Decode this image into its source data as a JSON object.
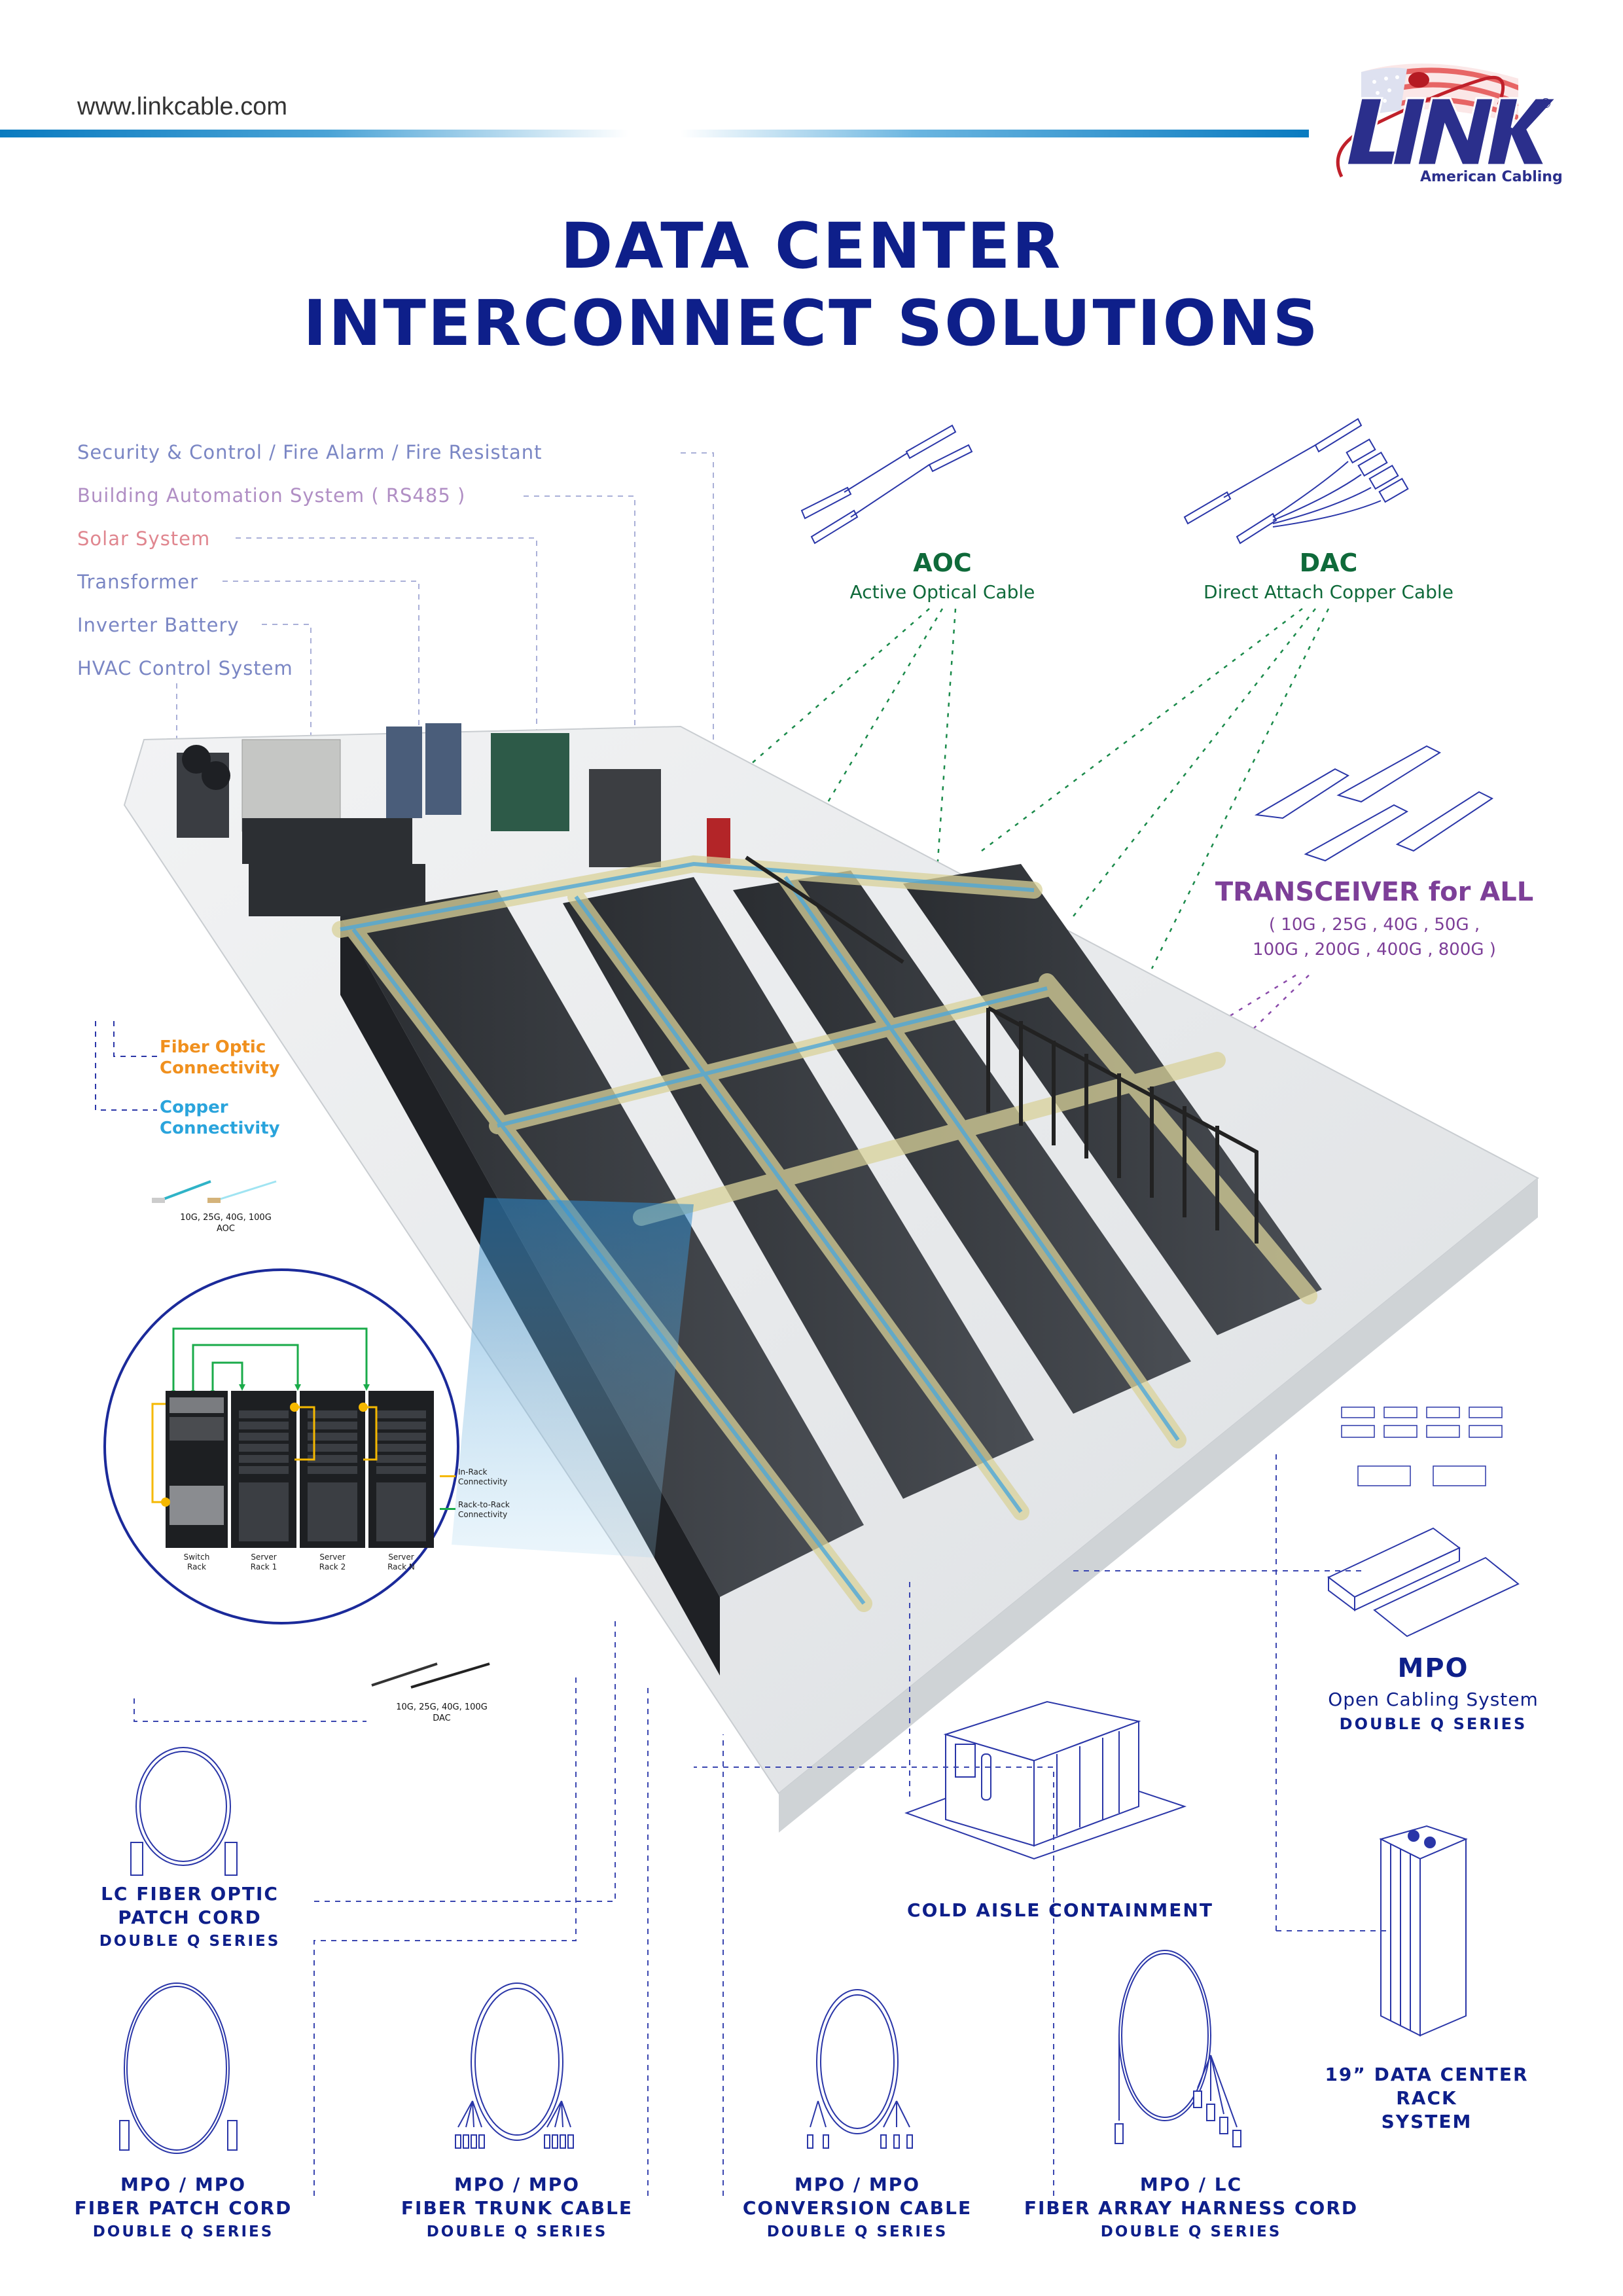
{
  "header": {
    "url": "www.linkcable.com",
    "logo": {
      "brand": "LINK",
      "tagline": "American Cabling",
      "mark": "®"
    }
  },
  "title": {
    "line1": "DATA CENTER",
    "line2": "INTERCONNECT SOLUTIONS"
  },
  "systems": [
    {
      "label": "Security & Control / Fire  Alarm / Fire Resistant",
      "color": "#7a86c4"
    },
    {
      "label": "Building  Automation  System ( RS485 )",
      "color": "#b08ec4"
    },
    {
      "label": "Solar  System",
      "color": "#e0868f"
    },
    {
      "label": "Transformer",
      "color": "#7a86c4"
    },
    {
      "label": "Inverter  Battery",
      "color": "#7a86c4"
    },
    {
      "label": "HVAC  Control  System",
      "color": "#7a86c4"
    }
  ],
  "aoc": {
    "title": "AOC",
    "subtitle": "Active  Optical Cable"
  },
  "dac": {
    "title": "DAC",
    "subtitle": "Direct  Attach Copper Cable"
  },
  "transceiver": {
    "title": "TRANSCEIVER  for  ALL",
    "speeds_line1": "( 10G , 25G , 40G , 50G ,",
    "speeds_line2": "100G , 200G , 400G , 800G )"
  },
  "connectivity": {
    "fiber": {
      "line1": "Fiber  Optic",
      "line2": "Connectivity",
      "color": "#f0901e"
    },
    "copper": {
      "line1": "Copper",
      "line2": "Connectivity",
      "color": "#2aa4dc"
    }
  },
  "inset": {
    "aoc_caption": {
      "line1": "10G, 25G, 40G, 100G",
      "line2": "AOC"
    },
    "dac_caption": {
      "line1": "10G, 25G, 40G, 100G",
      "line2": "DAC"
    },
    "racks": [
      {
        "line1": "Switch",
        "line2": "Rack"
      },
      {
        "line1": "Server",
        "line2": "Rack 1"
      },
      {
        "line1": "Server",
        "line2": "Rack 2"
      },
      {
        "line1": "Server",
        "line2": "Rack N"
      }
    ],
    "legend": [
      {
        "line1": "In-Rack",
        "line2": "Connectivity",
        "color": "#f5b800"
      },
      {
        "line1": "Rack-to-Rack",
        "line2": "Connectivity",
        "color": "#1aab4a"
      }
    ]
  },
  "products": {
    "mpo_open": {
      "title": "MPO",
      "subtitle": "Open Cabling  System",
      "series": "DOUBLE  Q  SERIES"
    },
    "cold_aisle": {
      "title": "COLD  AISLE  CONTAINMENT"
    },
    "rack": {
      "line1": "19”  DATA  CENTER  RACK",
      "line2": "SYSTEM"
    },
    "lc_patch": {
      "line1": "LC  FIBER  OPTIC",
      "line2": "PATCH  CORD",
      "series": "DOUBLE  Q  SERIES"
    },
    "bottom": [
      {
        "line1": "MPO / MPO",
        "line2": "FIBER  PATCH  CORD",
        "series": "DOUBLE  Q  SERIES"
      },
      {
        "line1": "MPO / MPO",
        "line2": "FIBER  TRUNK  CABLE",
        "series": "DOUBLE  Q  SERIES"
      },
      {
        "line1": "MPO / MPO",
        "line2": "CONVERSION  CABLE",
        "series": "DOUBLE  Q  SERIES"
      },
      {
        "line1": "MPO / LC",
        "line2": "FIBER  ARRAY  HARNESS  CORD",
        "series": "DOUBLE  Q  SERIES"
      }
    ]
  },
  "colors": {
    "navy": "#0e1f8a",
    "green": "#0f6a3a",
    "purple": "#7d3f98",
    "line_art": "#2a36a8",
    "bar_blue": "#0a7bc0"
  }
}
